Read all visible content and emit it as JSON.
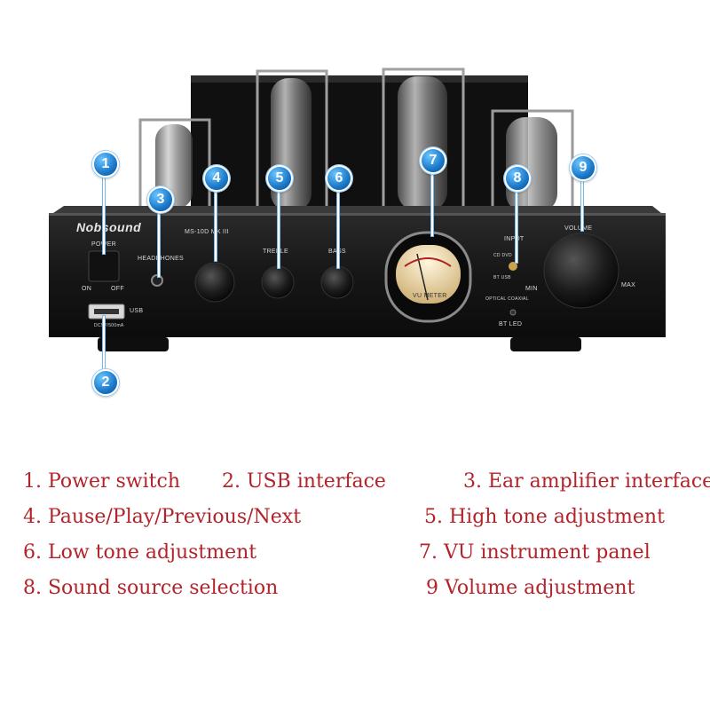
{
  "device": {
    "brand": "Nobsound",
    "model": "MS-10D MK III",
    "panel_labels": {
      "power": "POWER",
      "on": "ON",
      "off": "OFF",
      "headphones": "HEADPHONES",
      "usb": "USB",
      "usb_spec": "DC5V/500mA",
      "treble": "TREBLE",
      "bass": "BASS",
      "vu_meter": "VU METER",
      "input": "INPUT",
      "cd_dvd": "CD DVD",
      "bt_usb": "BT USB",
      "optical_coaxial": "OPTICAL COAXIAL",
      "bt_led": "BT LED",
      "volume": "VOLUME",
      "min": "MIN",
      "max": "MAX"
    }
  },
  "badges": [
    "1",
    "2",
    "3",
    "4",
    "5",
    "6",
    "7",
    "8",
    "9"
  ],
  "legend": [
    "1. Power switch",
    "2. USB interface",
    "3. Ear amplifier interface",
    "4. Pause/Play/Previous/Next",
    "5. High tone adjustment",
    "6. Low tone adjustment",
    "7. VU instrument panel",
    "8. Sound source selection",
    "9 Volume adjustment"
  ],
  "colors": {
    "legend_text": "#b3232a",
    "badge": "#1a78c9",
    "chassis": "#1b1b1b"
  }
}
